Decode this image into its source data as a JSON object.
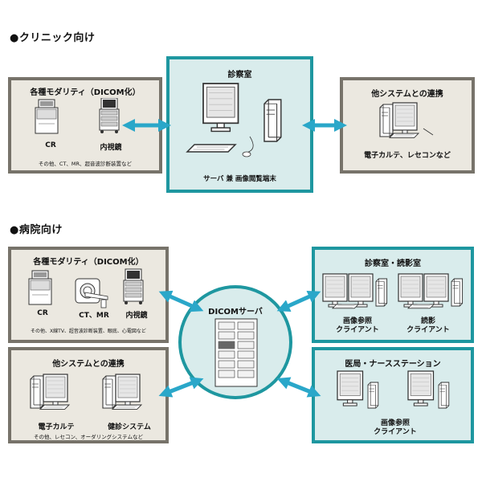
{
  "section_clinic": "●クリニック向け",
  "section_hospital": "●病院向け",
  "clinic": {
    "modality": {
      "title": "各種モダリティ（DICOM化）",
      "cr": "CR",
      "endoscope": "内視鏡",
      "note": "その他、CT、MR、超音波診断装置など"
    },
    "exam_room": {
      "title": "診察室",
      "caption": "サーバ 兼 画像閲覧端末"
    },
    "other_systems": {
      "title": "他システムとの連携",
      "caption": "電子カルテ、レセコンなど"
    }
  },
  "hospital": {
    "modality": {
      "title": "各種モダリティ（DICOM化）",
      "cr": "CR",
      "ct_mr": "CT、MR",
      "endoscope": "内視鏡",
      "note": "その他、X線TV、超音波診断装置、眼底、心電図など"
    },
    "other_systems": {
      "title": "他システムとの連携",
      "emr": "電子カルテ",
      "checkup": "健診システム",
      "note": "その他、レセコン、オーダリングシステムなど"
    },
    "server": {
      "title": "DICOMサーバ"
    },
    "exam_reading": {
      "title": "診察室・読影室",
      "client1": "画像参照\nクライアント",
      "client2": "読影\nクライアント"
    },
    "nurse_station": {
      "title": "医局・ナースステーション",
      "client": "画像参照\nクライアント"
    }
  },
  "colors": {
    "teal": "#1e97a0",
    "gray_border": "#77736a",
    "gray_fill": "#ebe8e0",
    "teal_fill": "#d9ecec",
    "arrow": "#2aa7c9"
  }
}
